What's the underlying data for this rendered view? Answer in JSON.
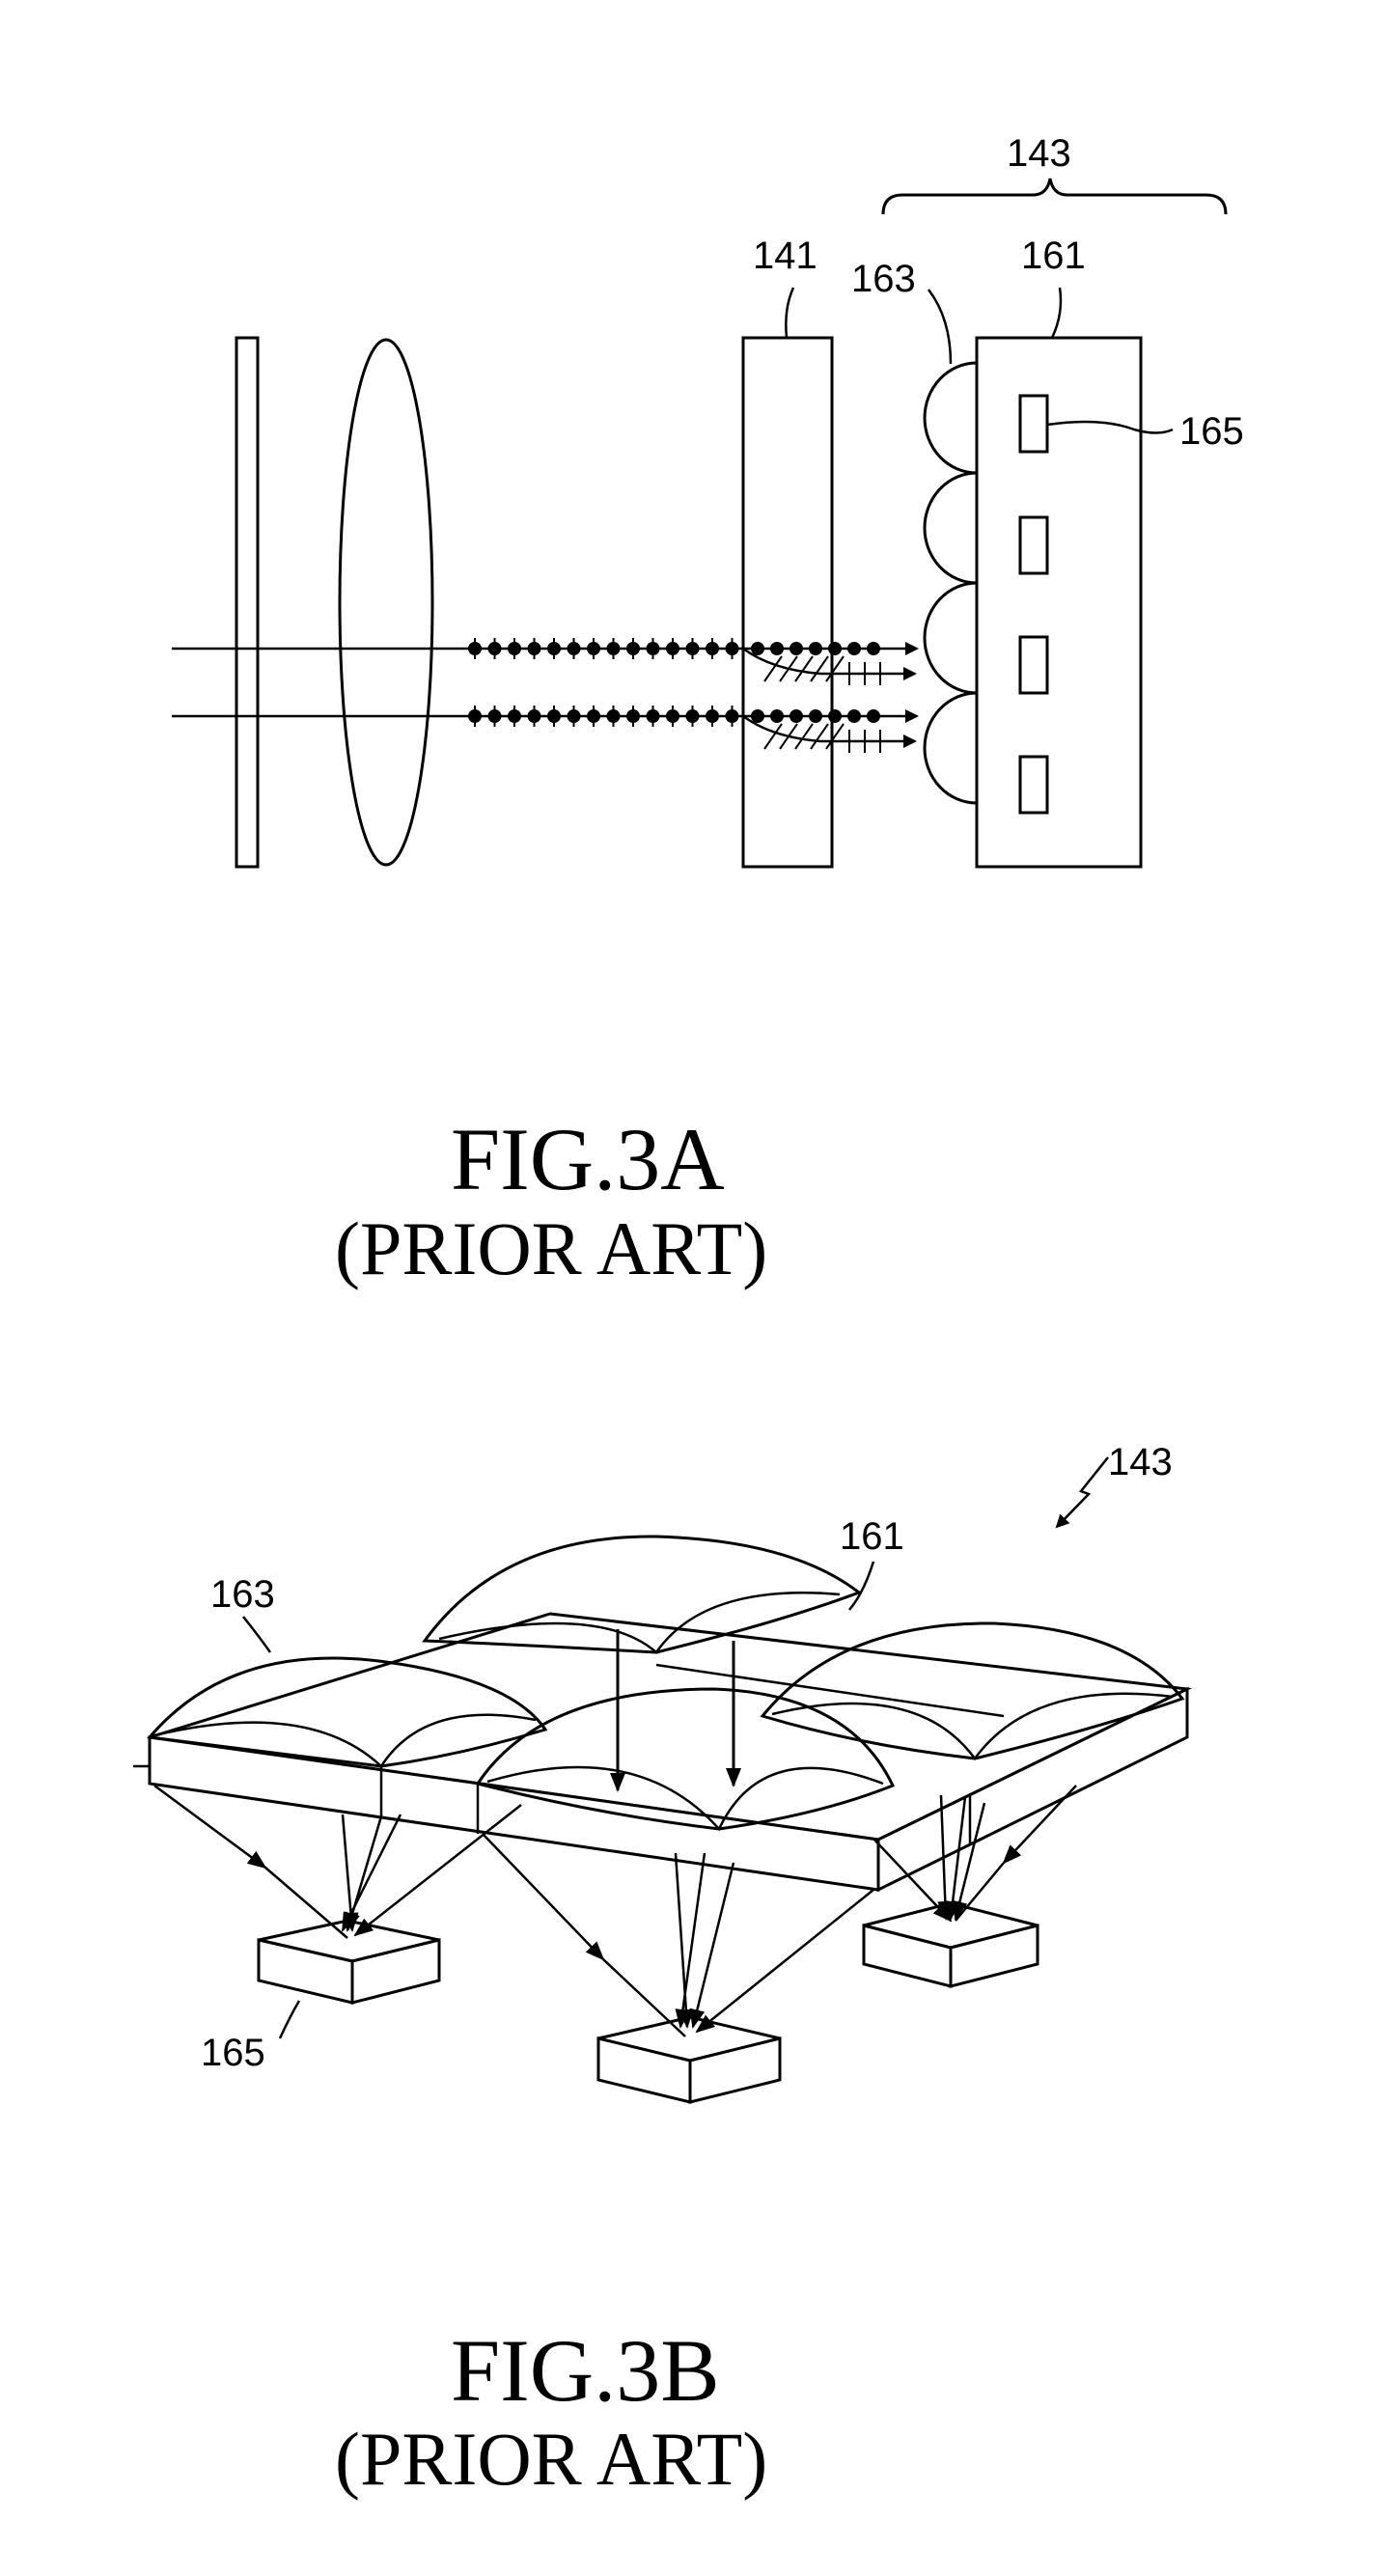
{
  "fig3a": {
    "label_143": "143",
    "label_141": "141",
    "label_163": "163",
    "label_161": "161",
    "label_165": "165",
    "caption": "FIG.3A",
    "subcaption": "(PRIOR ART)"
  },
  "fig3b": {
    "label_143": "143",
    "label_161": "161",
    "label_163": "163",
    "label_165": "165",
    "caption": "FIG.3B",
    "subcaption": "(PRIOR ART)"
  },
  "colors": {
    "ink": "#000000",
    "paper": "#ffffff"
  }
}
